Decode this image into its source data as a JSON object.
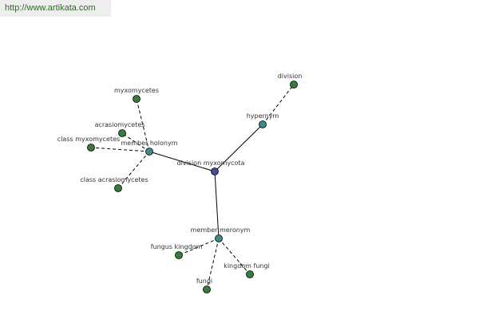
{
  "header": {
    "url": "http://www.artikata.com"
  },
  "colors": {
    "center": "#4a4a9a",
    "relation": "#3f8a8a",
    "leaf": "#3a7a3a"
  },
  "graph": {
    "center": "division myxomycota",
    "relations": [
      "member holonym",
      "hypernym",
      "member meronym"
    ],
    "leaves": [
      "myxomycetes",
      "acrasiomycetes",
      "class myxomycetes",
      "class acrasiomycetes",
      "division",
      "fungus kingdom",
      "kingdom fungi",
      "fungi"
    ],
    "edges": [
      [
        "division myxomycota",
        "member holonym",
        "solid"
      ],
      [
        "division myxomycota",
        "hypernym",
        "solid"
      ],
      [
        "division myxomycota",
        "member meronym",
        "solid"
      ],
      [
        "member holonym",
        "myxomycetes",
        "dashed"
      ],
      [
        "member holonym",
        "acrasiomycetes",
        "dashed"
      ],
      [
        "member holonym",
        "class myxomycetes",
        "dashed"
      ],
      [
        "member holonym",
        "class acrasiomycetes",
        "dashed"
      ],
      [
        "hypernym",
        "division",
        "dashed"
      ],
      [
        "member meronym",
        "fungus kingdom",
        "dashed"
      ],
      [
        "member meronym",
        "kingdom fungi",
        "dashed"
      ],
      [
        "member meronym",
        "fungi",
        "dashed"
      ]
    ]
  }
}
